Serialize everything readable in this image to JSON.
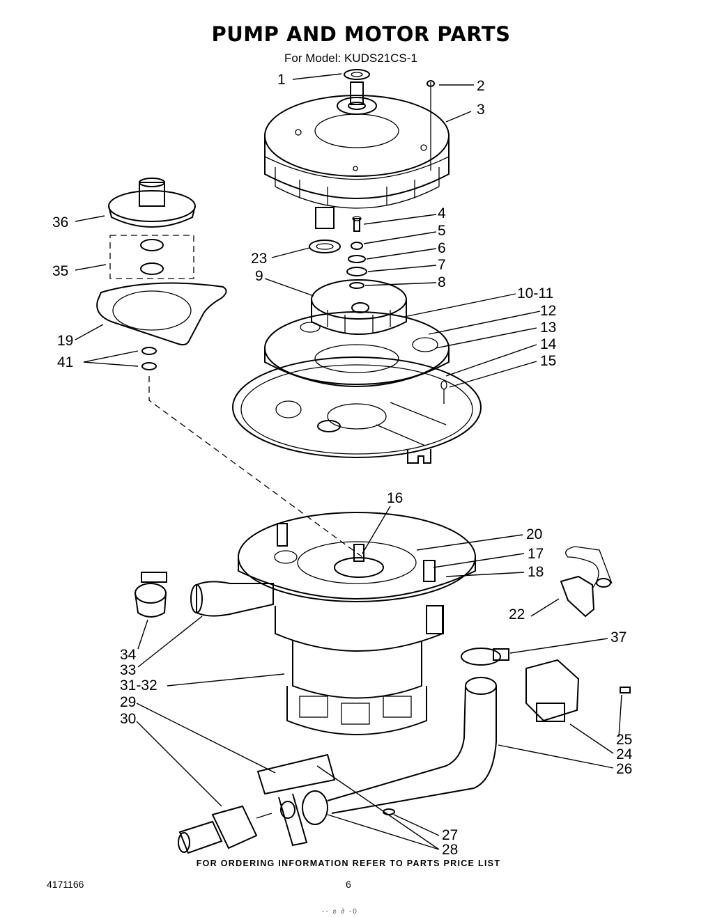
{
  "title": "PUMP AND MOTOR PARTS",
  "subtitle": "For Model: KUDS21CS-1",
  "footer": "FOR ORDERING INFORMATION REFER TO PARTS PRICE LIST",
  "doc_number": "4171166",
  "page_number": "6",
  "bottom_marks": "-- ƨ ∂ -0",
  "part_labels": {
    "p1": "1",
    "p2": "2",
    "p3": "3",
    "p4": "4",
    "p5": "5",
    "p6": "6",
    "p7": "7",
    "p8": "8",
    "p9": "9",
    "p10_11": "10-11",
    "p12": "12",
    "p13": "13",
    "p14": "14",
    "p15": "15",
    "p16": "16",
    "p17": "17",
    "p18": "18",
    "p19": "19",
    "p20": "20",
    "p22": "22",
    "p23": "23",
    "p24": "24",
    "p25": "25",
    "p26": "26",
    "p27": "27",
    "p28": "28",
    "p29": "29",
    "p30": "30",
    "p31_32": "31-32",
    "p33": "33",
    "p34": "34",
    "p35": "35",
    "p36": "36",
    "p37": "37",
    "p41": "41"
  }
}
